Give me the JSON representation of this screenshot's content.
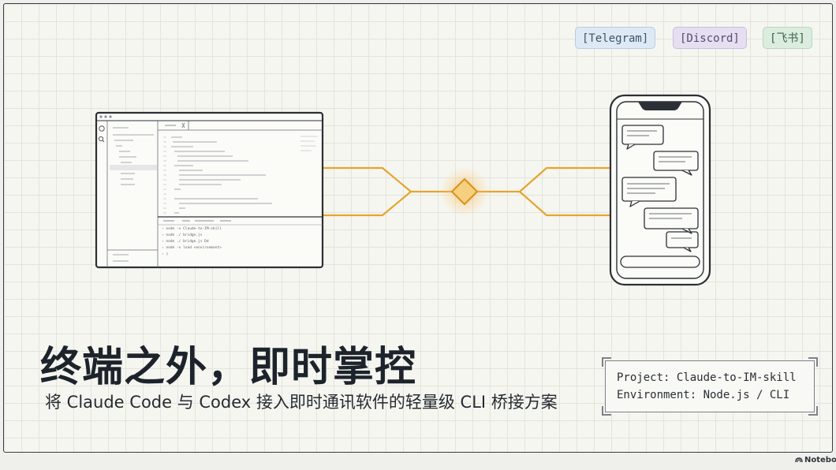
{
  "tags": {
    "telegram": "[Telegram]",
    "discord": "[Discord]",
    "feishu": "[飞书]"
  },
  "title": "终端之外，即时掌控",
  "subtitle": "将 Claude Code 与 Codex 接入即时通讯软件的轻量级 CLI 桥接方案",
  "info": {
    "project": "Project: Claude-to-IM-skill",
    "environment": "Environment: Node.js / CLI"
  },
  "terminal": {
    "lines": [
      "› node -v Claude-to-IM-skill",
      "› node ./ bridge.js",
      "› node ./ bridge.js Dd",
      "› node -v load <environment>",
      "› ▯"
    ]
  },
  "watermark": "Notebo",
  "colors": {
    "accent": "#e5a52e",
    "ink": "#2c3036",
    "telegram": "#dde9f4",
    "discord": "#e6def1",
    "feishu": "#dbeddf"
  }
}
